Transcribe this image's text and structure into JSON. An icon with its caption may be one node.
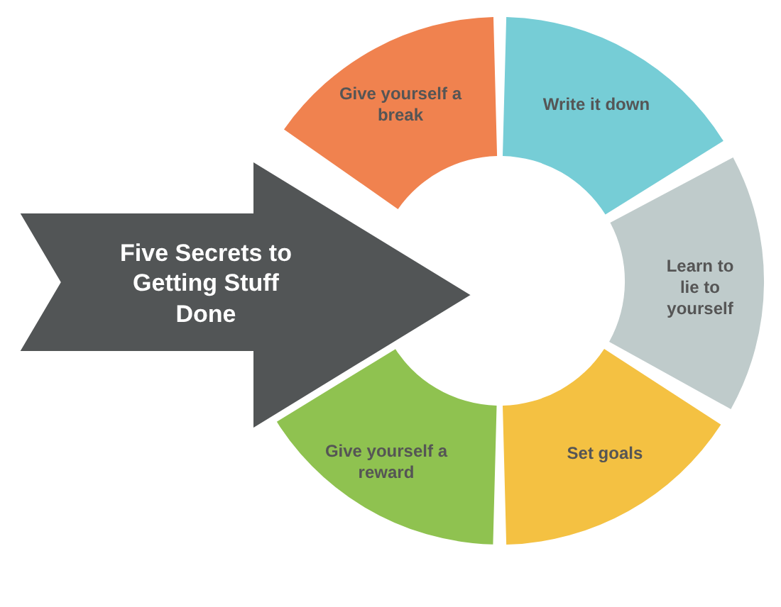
{
  "diagram": {
    "nodes": [
      {
        "text": [
          "Five Secrets to Getting Stuff Done"
        ]
      },
      {
        "text": [
          "Write it down"
        ]
      },
      {
        "text": [
          "Learn to lie to yourself"
        ]
      },
      {
        "text": [
          "Set goals"
        ]
      },
      {
        "text": [
          "Give yourself a reward"
        ]
      },
      {
        "text": [
          "Give yourself a break"
        ]
      }
    ]
  }
}
